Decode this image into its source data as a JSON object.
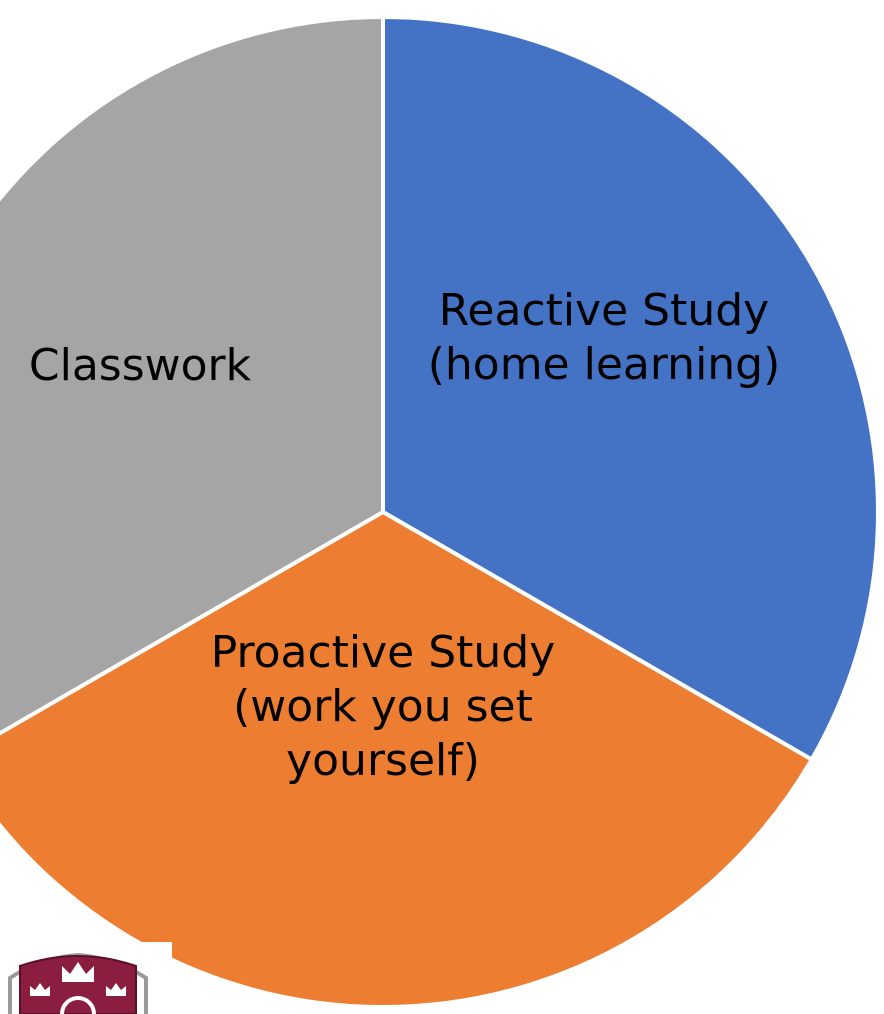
{
  "chart_data": {
    "type": "pie",
    "title": "",
    "slices": [
      {
        "label_lines": [
          "Reactive Study",
          "(home learning)"
        ],
        "value": 1,
        "color": "#4472C4"
      },
      {
        "label_lines": [
          "Proactive Study",
          "(work you set",
          "yourself)"
        ],
        "value": 1,
        "color": "#ED7D31"
      },
      {
        "label_lines": [
          "Classwork"
        ],
        "value": 1,
        "color": "#A5A5A5"
      }
    ],
    "start_angle_deg": 0,
    "direction": "clockwise",
    "legend": "none"
  },
  "logo": {
    "name": "school-crest",
    "colors": {
      "shield": "#8B1E3F",
      "emblem": "#FFFFFF",
      "wreath": "#9A9A9A"
    }
  }
}
